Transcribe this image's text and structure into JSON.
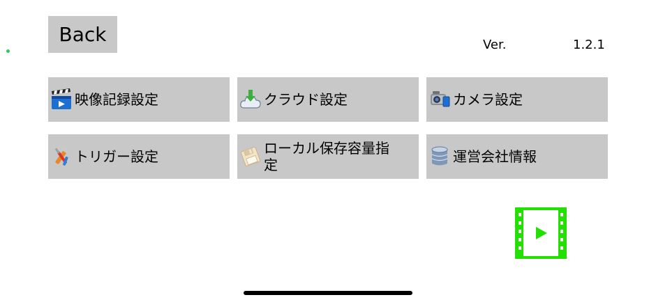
{
  "header": {
    "back_label": "Back",
    "version_label": "Ver.",
    "version_value": "1.2.1"
  },
  "menu": {
    "items": [
      {
        "label": "映像記録設定",
        "icon": "clapperboard-icon"
      },
      {
        "label": "クラウド設定",
        "icon": "cloud-download-icon"
      },
      {
        "label": "カメラ設定",
        "icon": "camcorder-icon"
      },
      {
        "label": "トリガー設定",
        "icon": "tools-icon"
      },
      {
        "label": "ローカル保存容量指定",
        "icon": "floppy-disk-icon"
      },
      {
        "label": "運営会社情報",
        "icon": "database-icon"
      }
    ]
  },
  "colors": {
    "tile_background": "#c8c8c8",
    "accent_green": "#22e000",
    "status_dot": "#35c759"
  },
  "footer": {
    "video_icon": "video-play-icon"
  }
}
